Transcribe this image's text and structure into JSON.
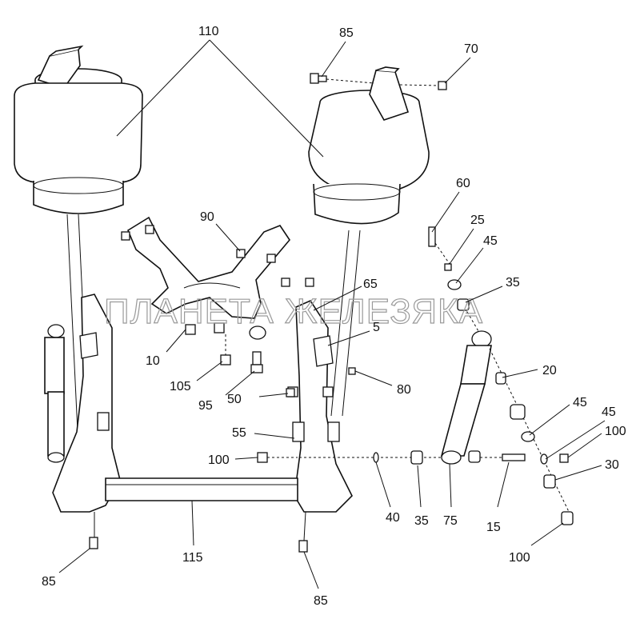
{
  "watermark": "ПЛАНЕТА ЖЕЛЕЗЯКА",
  "callouts": {
    "c110": "110",
    "c85_top": "85",
    "c70": "70",
    "c60": "60",
    "c25": "25",
    "c45_mid": "45",
    "c35_mid": "35",
    "c90": "90",
    "c65": "65",
    "c5": "5",
    "c10": "10",
    "c105": "105",
    "c95": "95",
    "c50": "50",
    "c80": "80",
    "c20": "20",
    "c45_a": "45",
    "c45_b": "45",
    "c100_r": "100",
    "c55": "55",
    "c100_l": "100",
    "c30": "30",
    "c40": "40",
    "c35_low": "35",
    "c75": "75",
    "c15": "15",
    "c100_low": "100",
    "c115": "115",
    "c85_left": "85",
    "c85_bottom": "85"
  }
}
